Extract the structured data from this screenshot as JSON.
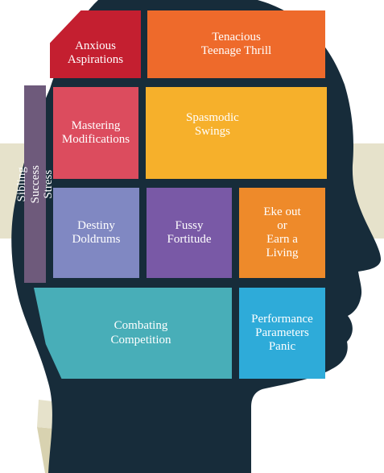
{
  "colors": {
    "head": "#172c3a",
    "band": "#e6e2cb",
    "neck": "#d8d2b0"
  },
  "sections": {
    "anxious_aspirations": {
      "label": "Anxious\nAspirations",
      "color": "#c41f30"
    },
    "tenacious_teenage_thrill": {
      "label": "Tenacious\nTeenage Thrill",
      "color": "#ee6a2b"
    },
    "sibling_success_stress": {
      "label": "Sibling\nSuccess Stress",
      "color": "#6e5a7b"
    },
    "mastering_modifications": {
      "label": "Mastering\nModifications",
      "color": "#dc4c5e"
    },
    "spasmodic_swings": {
      "label": "Spasmodic\nSwings",
      "color": "#f6b02b"
    },
    "destiny_doldrums": {
      "label": "Destiny\nDoldrums",
      "color": "#8088c2"
    },
    "fussy_fortitude": {
      "label": "Fussy\nFortitude",
      "color": "#7959a6"
    },
    "eke_out_or_earn_a_living": {
      "label": "Eke out\nor\nEarn a\nLiving",
      "color": "#ee8a2a"
    },
    "combating_competition": {
      "label": "Combating\nCompetition",
      "color": "#48aeb8"
    },
    "performance_parameters_panic": {
      "label": "Performance\nParameters\nPanic",
      "color": "#2eabd9"
    }
  }
}
